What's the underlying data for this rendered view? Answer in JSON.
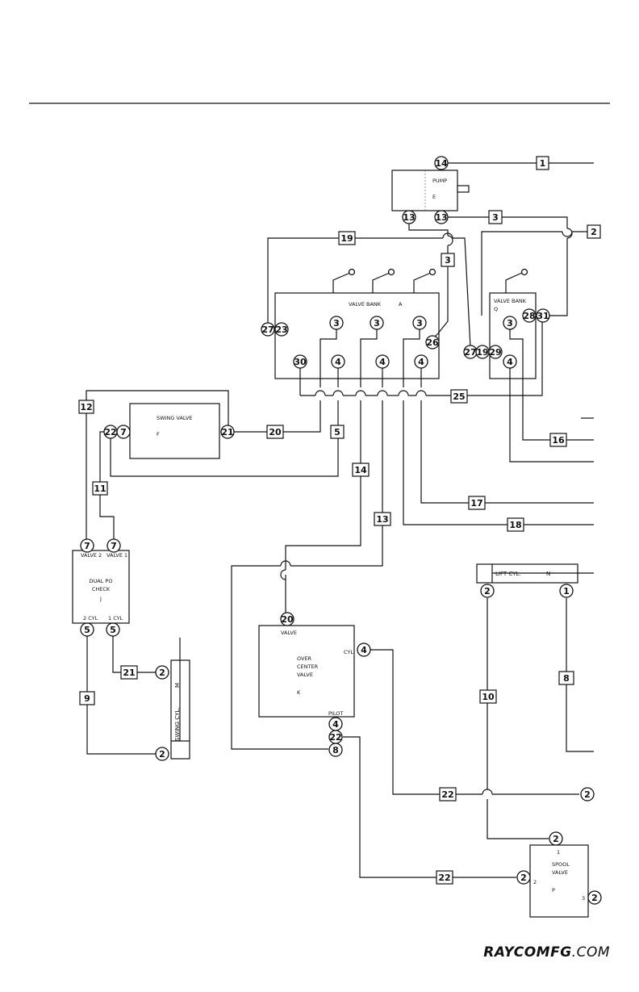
{
  "footer": {
    "brand": "RAYCOMFG",
    "domain_suffix": ".COM"
  },
  "components": {
    "pump": {
      "name": "PUMP",
      "id": "E"
    },
    "valve_bank_a": {
      "name": "VALVE BANK",
      "id": "A"
    },
    "valve_bank_q": {
      "name": "VALVE BANK",
      "id": "Q"
    },
    "swing_valve": {
      "name": "SWING VALVE",
      "id": "F"
    },
    "dual_po_check": {
      "line1": "DUAL PO",
      "line2": "CHECK",
      "id": "J",
      "port_valve2": "VALVE 2",
      "port_valve1": "VALVE 1",
      "port_cyl2": "2 CYL",
      "port_cyl1": "1 CYL"
    },
    "over_center_valve": {
      "line1": "OVER",
      "line2": "CENTER",
      "line3": "VALVE",
      "id": "K",
      "port_valve": "VALVE",
      "port_cyl": "CYL",
      "port_pilot": "PILOT"
    },
    "lift_cyl": {
      "name": "LIFT CYL.",
      "id": "N"
    },
    "swing_cyl": {
      "name": "SWING CYL.",
      "id": "M"
    },
    "spool_valve": {
      "line1": "SPOOL",
      "line2": "VALVE",
      "id": "P",
      "port1": "1",
      "port2": "2",
      "port3": "3"
    }
  },
  "hoses": [
    "1",
    "3",
    "19",
    "3",
    "2",
    "25",
    "20",
    "5",
    "12",
    "11",
    "14",
    "13",
    "16",
    "17",
    "18",
    "21",
    "9",
    "8",
    "10",
    "22",
    "22"
  ],
  "ports": [
    "14",
    "13",
    "13",
    "27",
    "23",
    "3",
    "3",
    "3",
    "26",
    "30",
    "4",
    "4",
    "4",
    "3",
    "28",
    "31",
    "27",
    "19",
    "29",
    "4",
    "21",
    "22",
    "7",
    "7",
    "7",
    "5",
    "5",
    "2",
    "2",
    "20",
    "4",
    "4",
    "22",
    "8",
    "2",
    "1",
    "2",
    "2",
    "2",
    "2"
  ]
}
